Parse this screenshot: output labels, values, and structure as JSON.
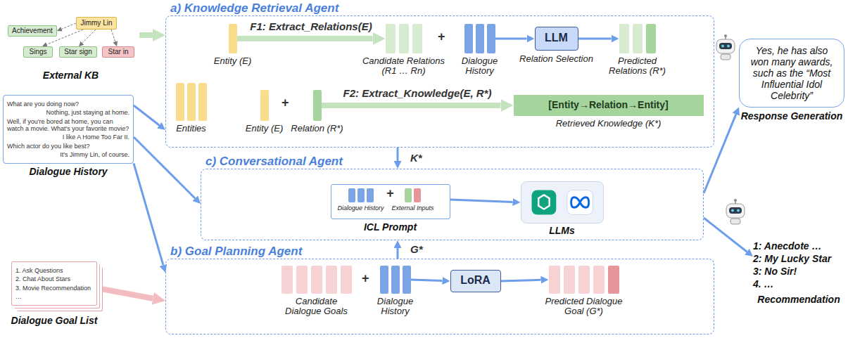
{
  "diagram": {
    "nodes": [
      {
        "text": [
          "External KB"
        ]
      },
      {
        "text": [
          "Achievement"
        ],
        "in": 0
      },
      {
        "text": [
          "Jimmy Lin"
        ],
        "in": 0
      },
      {
        "text": [
          "Sings"
        ],
        "in": 0
      },
      {
        "text": [
          "Star sign"
        ],
        "in": 0
      },
      {
        "text": [
          "Star in"
        ],
        "in": 0
      },
      {
        "text": [
          "a) Knowledge Retrieval Agent"
        ]
      },
      {
        "text": [
          "Entity (E)"
        ],
        "in": 6
      },
      {
        "text": [
          "Candidate Relations (R1 … Rn)"
        ],
        "in": 6
      },
      {
        "text": [
          "Dialogue History"
        ],
        "in": 6
      },
      {
        "text": [
          "LLM",
          "Relation Selection"
        ],
        "in": 6
      },
      {
        "text": [
          "Predicted Relations (R*)"
        ],
        "in": 6
      },
      {
        "text": [
          "Entities"
        ],
        "in": 6
      },
      {
        "text": [
          "Entity (E)"
        ],
        "in": 6
      },
      {
        "text": [
          "Relation (R*)"
        ],
        "in": 6
      },
      {
        "text": [
          "[Entity→Relation→Entity]",
          "Retrieved Knowledge (K*)"
        ],
        "in": 6
      },
      {
        "text": [
          "What are you doing now?",
          "Nothing, just staying at home.",
          "Well, if you're bored at home, you can watch a movie. What's your favorite movie?",
          "I like A Home Too Far II.",
          "Which actor do you like best?",
          "It's Jimmy Lin, of course.",
          "Dialogue History"
        ]
      },
      {
        "text": [
          "c) Conversational Agent"
        ]
      },
      {
        "text": [
          "Dialogue History",
          "+",
          "External Inputs",
          "ICL Prompt"
        ],
        "in": 17
      },
      {
        "text": [
          "LLMs"
        ],
        "in": 17
      },
      {
        "text": [
          "b) Goal Planning Agent"
        ]
      },
      {
        "text": [
          "Candidate Dialogue Goals"
        ],
        "in": 20
      },
      {
        "text": [
          "Dialogue History"
        ],
        "in": 20
      },
      {
        "text": [
          "LoRA"
        ],
        "in": 20
      },
      {
        "text": [
          "Predicted Dialogue Goal (G*)"
        ],
        "in": 20
      },
      {
        "text": [
          "1. Ask Questions",
          "2. Chat About Stars",
          "3. Movie Recommendation",
          "…",
          "Dialogue Goal List"
        ]
      },
      {
        "text": [
          "Yes, he has also won many awards, such as the “Most Influential Idol Celebrity”",
          "Response Generation"
        ]
      },
      {
        "text": [
          "1: Anecdote …",
          "2: My Lucky Star",
          "3: No Sir!",
          "4. …",
          "Recommendation"
        ]
      }
    ],
    "edges": [
      {
        "from": 0,
        "to": 6,
        "arrow": "to"
      },
      {
        "from": 2,
        "to": 1,
        "arrow": "to"
      },
      {
        "from": 2,
        "to": 3,
        "arrow": "to"
      },
      {
        "from": 2,
        "to": 4,
        "arrow": "to"
      },
      {
        "from": 2,
        "to": 5,
        "arrow": "to"
      },
      {
        "from": 7,
        "to": 8,
        "label": "F1: Extract_Relations(E)",
        "arrow": "to"
      },
      {
        "from": 9,
        "to": 10,
        "arrow": "to"
      },
      {
        "from": 10,
        "to": 11,
        "arrow": "to"
      },
      {
        "from": 14,
        "to": 15,
        "label": "F2: Extract_Knowledge(E, R*)",
        "arrow": "to"
      },
      {
        "from": 16,
        "to": 6,
        "arrow": "to"
      },
      {
        "from": 16,
        "to": 17,
        "arrow": "to"
      },
      {
        "from": 16,
        "to": 20,
        "arrow": "to"
      },
      {
        "from": 25,
        "to": 20,
        "arrow": "to"
      },
      {
        "from": 6,
        "to": 17,
        "label": "K*",
        "arrow": "to"
      },
      {
        "from": 20,
        "to": 17,
        "label": "G*",
        "arrow": "to"
      },
      {
        "from": 18,
        "to": 19,
        "arrow": "to"
      },
      {
        "from": 17,
        "to": 26,
        "arrow": "to"
      },
      {
        "from": 17,
        "to": 27,
        "arrow": "to"
      },
      {
        "from": 22,
        "to": 23,
        "arrow": "to"
      },
      {
        "from": 23,
        "to": 24,
        "arrow": "to"
      }
    ],
    "labels": [
      "+",
      "+",
      "+"
    ]
  }
}
